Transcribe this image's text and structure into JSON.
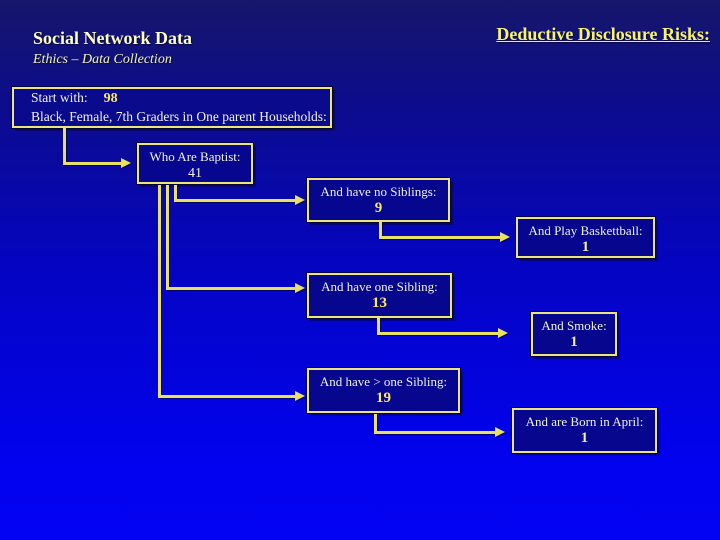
{
  "slide": {
    "title": "Social Network Data",
    "subtitle": "Ethics – Data Collection",
    "heading": "Deductive Disclosure Risks:"
  },
  "flow": {
    "start": {
      "prefix": "Start with:",
      "value": "98",
      "line2": "Black, Female, 7th Graders in One parent Households:"
    },
    "baptist": {
      "label": "Who Are Baptist:",
      "value": "41"
    },
    "no_siblings": {
      "label": "And have no Siblings:",
      "value": "9"
    },
    "basketball": {
      "label": "And Play Baskettball:",
      "value": "1"
    },
    "one_sibling": {
      "label": "And have one Sibling:",
      "value": "13"
    },
    "smoke": {
      "label": "And Smoke:",
      "value": "1"
    },
    "gt_one_sibling": {
      "label": "And have > one Sibling:",
      "value": "19"
    },
    "april": {
      "label": "And are Born in April:",
      "value": "1"
    }
  },
  "colors": {
    "background_top": "#16166a",
    "background_bottom": "#0303f4",
    "box_fill": "#06068e",
    "box_border": "#ece47f",
    "arrow_yellow": "#e9e163",
    "number_yellow": "#ffe95e",
    "text_white": "#f2f2e6",
    "title_cream": "#fdfdc6",
    "heading_yellow": "#f7f370"
  }
}
